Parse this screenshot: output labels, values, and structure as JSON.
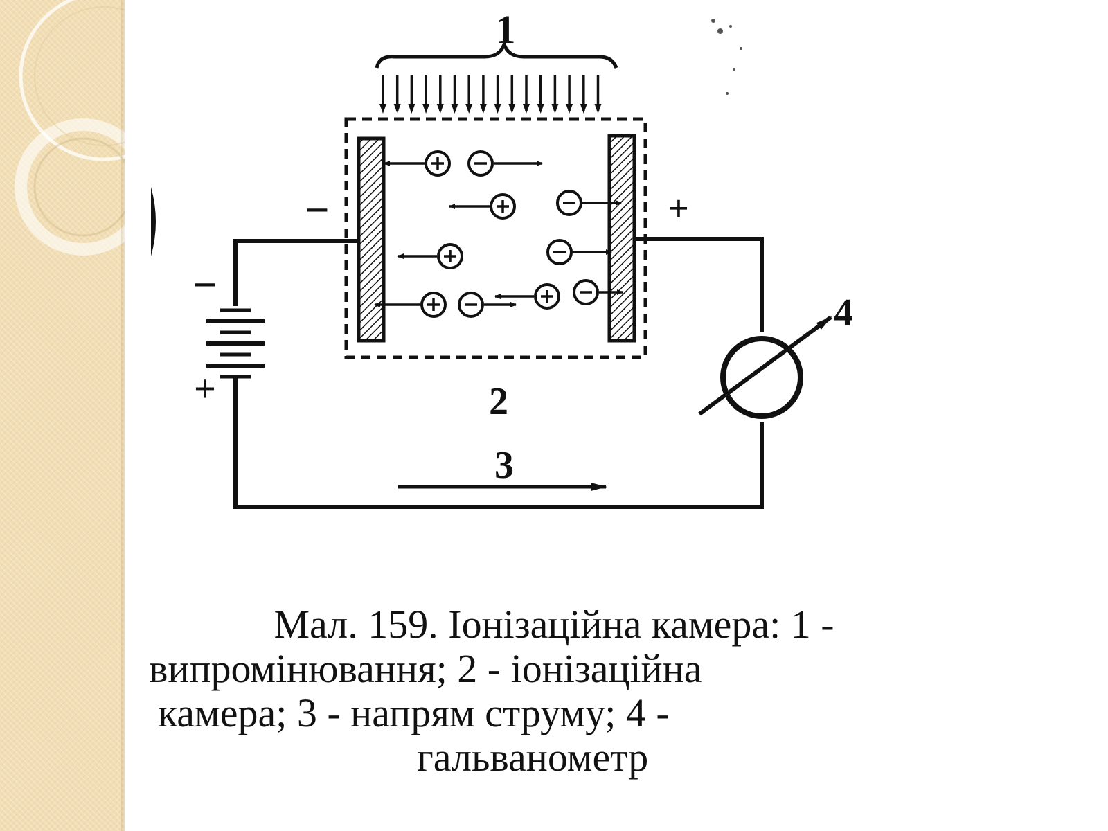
{
  "theme": {
    "sidebar_color": "#f2deb4",
    "ink": "#111111"
  },
  "diagram": {
    "labels": {
      "radiation": "1",
      "chamber": "2",
      "current_direction": "3",
      "galvanometer": "4"
    },
    "chamber_signs": {
      "left_electrode": "−",
      "right_electrode": "+"
    },
    "battery_signs": {
      "top": "−",
      "bottom": "+"
    },
    "ion_symbols": {
      "positive": "+",
      "negative": "−"
    }
  },
  "caption": {
    "line1": "Мал. 159. Іонізаційна камера: 1 -",
    "line2": "випромінювання; 2 - іонізаційна",
    "line3": "камера; 3 - напрям струму; 4 -",
    "line4": "гальванометр"
  }
}
